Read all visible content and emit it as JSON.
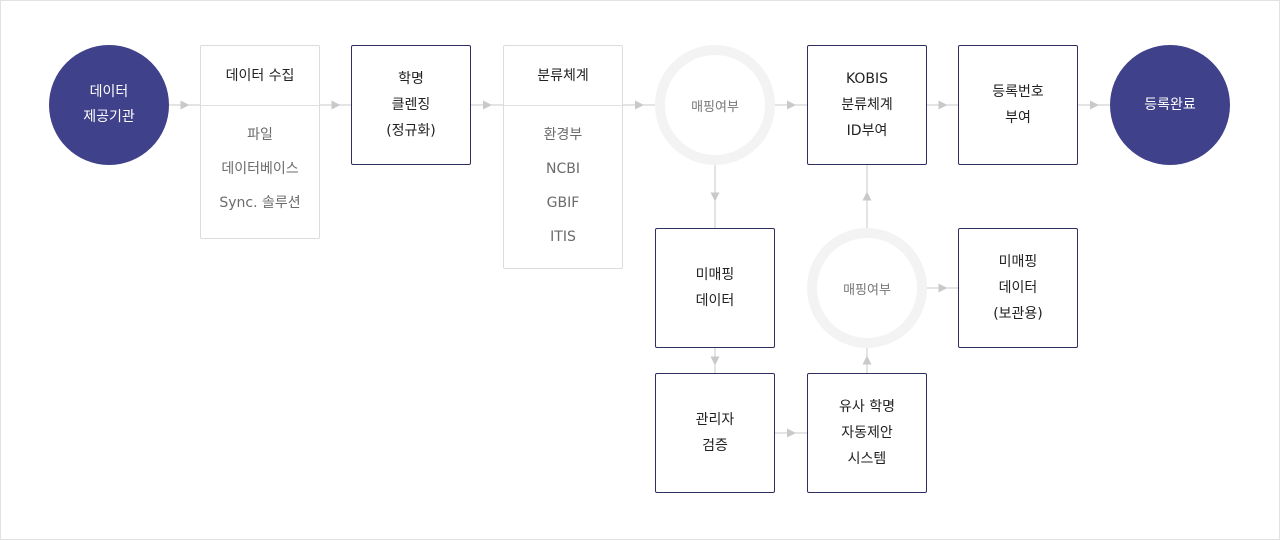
{
  "diagram": {
    "colors": {
      "terminal_fill": "#3f418a",
      "box_border": "#2f2f5e",
      "panel_border": "#dcdcdc",
      "ring_color": "#f3f3f3",
      "arrow_color": "#c9c9c9"
    },
    "nodes": [
      {
        "id": "data-provider",
        "type": "terminal",
        "lines": [
          "데이터",
          "제공기관"
        ]
      },
      {
        "id": "data-collection",
        "type": "panel",
        "title": "데이터 수집",
        "items": [
          "파일",
          "데이터베이스",
          "Sync. 솔루션"
        ]
      },
      {
        "id": "name-cleansing",
        "type": "box",
        "lines": [
          "학명",
          "클렌징",
          "(정규화)"
        ]
      },
      {
        "id": "taxonomy",
        "type": "panel",
        "title": "분류체계",
        "items": [
          "환경부",
          "NCBI",
          "GBIF",
          "ITIS"
        ]
      },
      {
        "id": "mapping-check-1",
        "type": "decision",
        "lines": [
          "매핑여부"
        ]
      },
      {
        "id": "kobis-id",
        "type": "box",
        "lines": [
          "KOBIS",
          "분류체계",
          "ID부여"
        ]
      },
      {
        "id": "registration-number",
        "type": "box",
        "lines": [
          "등록번호",
          "부여"
        ]
      },
      {
        "id": "registration-complete",
        "type": "terminal",
        "lines": [
          "등록완료"
        ]
      },
      {
        "id": "unmapped-data",
        "type": "box",
        "lines": [
          "미매핑",
          "데이터"
        ]
      },
      {
        "id": "mapping-check-2",
        "type": "decision",
        "lines": [
          "매핑여부"
        ]
      },
      {
        "id": "unmapped-data-stored",
        "type": "box",
        "lines": [
          "미매핑",
          "데이터",
          "(보관용)"
        ]
      },
      {
        "id": "admin-verification",
        "type": "box",
        "lines": [
          "관리자",
          "검증"
        ]
      },
      {
        "id": "auto-suggest-system",
        "type": "box",
        "lines": [
          "유사 학명",
          "자동제안",
          "시스템"
        ]
      }
    ],
    "edges": [
      {
        "from": "data-provider",
        "to": "data-collection"
      },
      {
        "from": "data-collection",
        "to": "name-cleansing"
      },
      {
        "from": "name-cleansing",
        "to": "taxonomy"
      },
      {
        "from": "taxonomy",
        "to": "mapping-check-1"
      },
      {
        "from": "mapping-check-1",
        "to": "kobis-id"
      },
      {
        "from": "kobis-id",
        "to": "registration-number"
      },
      {
        "from": "registration-number",
        "to": "registration-complete"
      },
      {
        "from": "mapping-check-1",
        "to": "unmapped-data"
      },
      {
        "from": "unmapped-data",
        "to": "admin-verification"
      },
      {
        "from": "admin-verification",
        "to": "auto-suggest-system"
      },
      {
        "from": "auto-suggest-system",
        "to": "mapping-check-2"
      },
      {
        "from": "mapping-check-2",
        "to": "kobis-id"
      },
      {
        "from": "mapping-check-2",
        "to": "unmapped-data-stored"
      }
    ]
  }
}
